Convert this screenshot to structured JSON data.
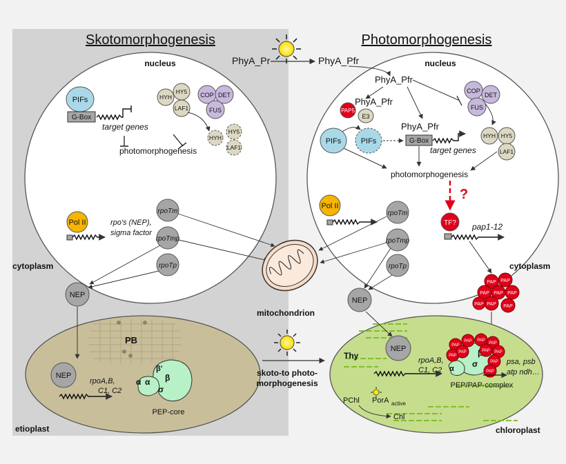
{
  "titles": {
    "left": "Skotomorphogenesis",
    "right": "Photomorphogenesis"
  },
  "top": {
    "phyA_pr": "PhyA_Pr",
    "phyA_pfr": "PhyA_Pfr"
  },
  "compartments": {
    "nucleus": "nucleus",
    "cytoplasm": "cytoplasm",
    "mitochondrion": "mitochondrion",
    "etioplast": "etioplast",
    "chloroplast": "chloroplast"
  },
  "left_nucleus": {
    "pifs": "PIFs",
    "gbox": "G-Box",
    "target_genes": "target genes",
    "photomorphogenesis": "photomorphogenesis",
    "hyh": "HYH",
    "hy5": "HY5",
    "laf1": "LAF1",
    "cop": "COP",
    "det": "DET",
    "fus": "FUS",
    "hy5_deg": "HY5",
    "hyh_deg": "HYH",
    "laf1_deg": "LAF1"
  },
  "right_nucleus": {
    "phyA_pfr1": "PhyA_Pfr",
    "phyA_pfr2": "PhyA_Pfr",
    "phyA_pfr3": "PhyA_Pfr",
    "pap5": "PAP5",
    "e3": "E3",
    "pifs": "PIFs",
    "pifs_deg": "PIFs",
    "gbox": "G-Box",
    "target_genes": "target genes",
    "photomorphogenesis": "photomorphogenesis",
    "cop": "COP",
    "det": "DET",
    "fus": "FUS",
    "hyh": "HYH",
    "hy5": "HY5",
    "laf1": "LAF1",
    "question": "?",
    "tf": "TF?",
    "pap_genes": "pap1-12"
  },
  "polymerase": {
    "pol2": "Pol II",
    "rpo_text_1": "rpo's (NEP),",
    "rpo_text_2": "sigma factor",
    "rpoTm": "rpoTm",
    "rpoTmp": "rpoTmp",
    "rpoTp": "rpoTp",
    "nep": "NEP"
  },
  "pap_cluster": [
    "PAP",
    "PAP",
    "PAP",
    "PAP",
    "PAP",
    "PAP",
    "PAP",
    "PAP"
  ],
  "etioplast": {
    "pb": "PB",
    "nep": "NEP",
    "genes_1": "rpoA,B,",
    "genes_2": "C1, C2",
    "beta_prime": "β'",
    "alpha1": "α",
    "alpha2": "α",
    "beta": "β",
    "sigma": "σ",
    "pep_core": "PEP-core"
  },
  "transition": {
    "line1": "skoto-to photo-",
    "line2": "morphogenesis"
  },
  "chloroplast": {
    "thy": "Thy",
    "nep": "NEP",
    "genes_1": "rpoA,B,",
    "genes_2": "C1, C2",
    "alpha": "α",
    "beta": "β",
    "sigma": "σ",
    "pap_complex_labels": [
      "PAP",
      "PAP",
      "PAP",
      "PAP",
      "PAP",
      "PAP",
      "PAP",
      "PAP",
      "PAP",
      "PAP"
    ],
    "pep_pap": "PEP/PAP-complex",
    "psa": "psa, psb",
    "atp": "atp ndh…",
    "pchl": "PChl",
    "por": "PorA",
    "por_sub": "active",
    "chl": "Chl"
  },
  "colors": {
    "left_bg": "#d3d3d3",
    "pifs": "#a9d9e8",
    "pol2": "#f7b500",
    "grey_protein": "#a6a6a6",
    "purple": "#c7b8dd",
    "tan": "#ddd8c2",
    "pap": "#e0001a",
    "etioplast": "#c8bf9a",
    "chloroplast": "#c6dd8e",
    "pep_core": "#b8f0c8",
    "sun": "#ffe800",
    "arrow_red": "#e0001a"
  }
}
